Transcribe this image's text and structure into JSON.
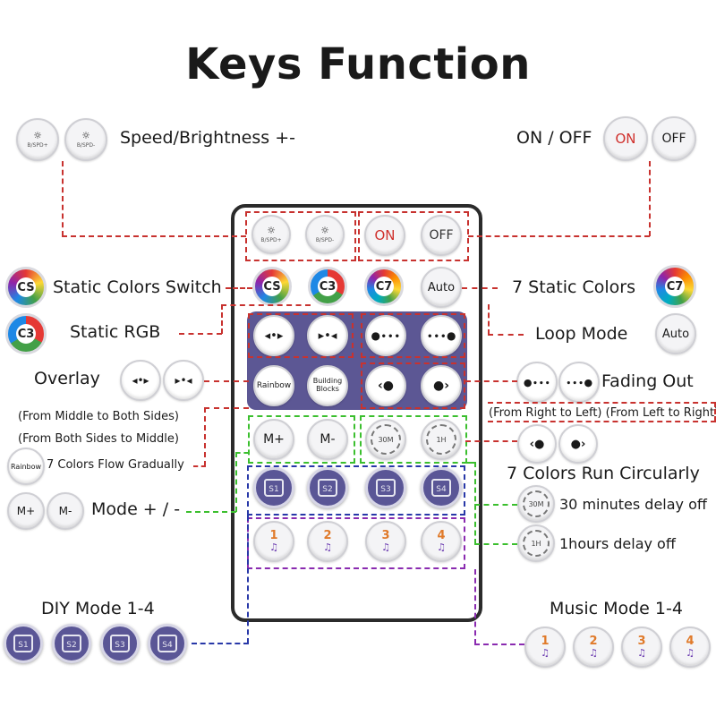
{
  "title": "Keys Function",
  "labels": {
    "speed_brightness": "Speed/Brightness +-",
    "on_off": "ON / OFF",
    "static_colors_switch": "Static Colors Switch",
    "seven_static_colors": "7 Static Colors",
    "static_rgb": "Static RGB",
    "loop_mode": "Loop Mode",
    "overlay": "Overlay",
    "fading_out": "Fading Out",
    "from_middle": "(From Middle to Both Sides)",
    "from_sides": "(From Both Sides to  Middle)",
    "flow_gradually": "7 Colors Flow Gradually",
    "fade_dirs": "(From Right to Left) (From Left to Right)",
    "run_circularly": "7 Colors Run Circularly",
    "mode_pm": "Mode + / -",
    "delay_30": "30 minutes delay off",
    "delay_1h": "1hours delay off",
    "diy_mode": "DIY Mode 1-4",
    "music_mode": "Music Mode 1-4"
  },
  "buttons": {
    "bspd_plus": "B/SPD+",
    "bspd_minus": "B/SPD-",
    "on": "ON",
    "off": "OFF",
    "cs": "CS",
    "c3": "C3",
    "c7": "C7",
    "auto": "Auto",
    "rainbow": "Rainbow",
    "building_blocks": "Building Blocks",
    "m_plus": "M+",
    "m_minus": "M-",
    "t30m": "30M",
    "t1h": "1H",
    "s1": "S1",
    "s2": "S2",
    "s3": "S3",
    "s4": "S4",
    "n1": "1",
    "n2": "2",
    "n3": "3",
    "n4": "4"
  },
  "colors": {
    "red_line": "#c8322f",
    "green_line": "#3bbf2e",
    "navy_line": "#2838a8",
    "purple_line": "#8a2bb0",
    "panel": "#5c5794",
    "on_text": "#d0312d"
  }
}
